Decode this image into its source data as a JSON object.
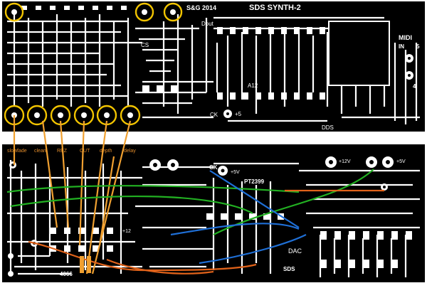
{
  "title": "SDS SYNTH-2",
  "credit": "S&G 2014",
  "top_labels": {
    "dout": "Dout",
    "cs": "CS",
    "a12": "A12",
    "ck": "CK",
    "plus5": "+5",
    "dds": "DDS",
    "midi": "MIDI",
    "in": "IN",
    "pin5": "5",
    "pin4": "4"
  },
  "bottom_labels": {
    "knobs": [
      "slowfade",
      "clean",
      "REZ",
      "CUT",
      "depth",
      "delay"
    ],
    "ck": "CK",
    "plus5v_a": "+5V",
    "plus12v": "+12V",
    "plus5v_b": "+5V",
    "plus12": "+12",
    "pt2399": "PT2399",
    "dac": "DAC",
    "sds": "SDS",
    "chip4066": "4066"
  },
  "colors": {
    "board": "#000000",
    "copper": "#ffffff",
    "highlight": "#f2c400",
    "jumper_orange": "#f0a030",
    "wire_green": "#22b022",
    "wire_blue": "#1f6fd6",
    "wire_red_orange": "#e0621a"
  }
}
